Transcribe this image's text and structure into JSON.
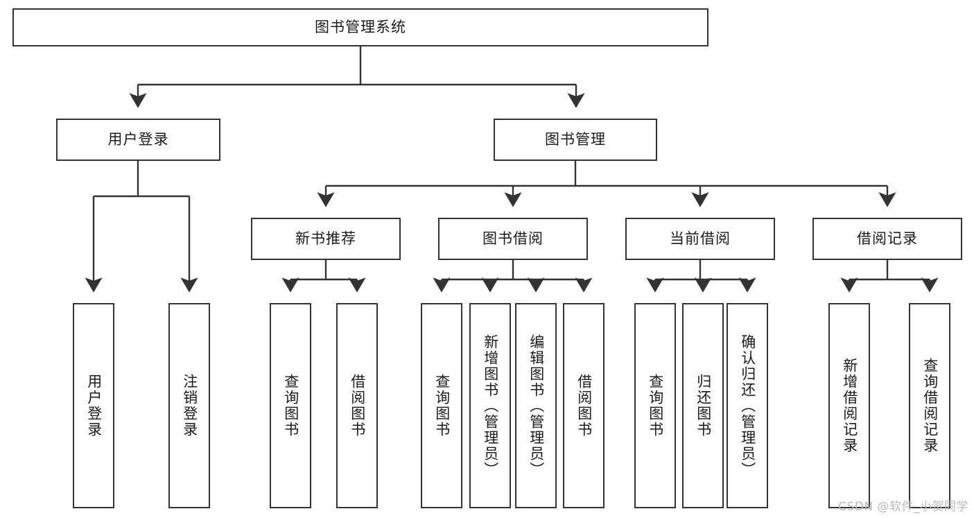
{
  "chart_data": {
    "type": "diagram",
    "title": "图书管理系统",
    "orientation": "top-down-tree",
    "levels": 4,
    "nodes": [
      {
        "id": "root",
        "label": "图书管理系统",
        "level": 0,
        "parent": null
      },
      {
        "id": "login",
        "label": "用户登录",
        "level": 1,
        "parent": "root"
      },
      {
        "id": "bookmgmt",
        "label": "图书管理",
        "level": 1,
        "parent": "root"
      },
      {
        "id": "newbook",
        "label": "新书推荐",
        "level": 2,
        "parent": "bookmgmt"
      },
      {
        "id": "borrow",
        "label": "图书借阅",
        "level": 2,
        "parent": "bookmgmt"
      },
      {
        "id": "current",
        "label": "当前借阅",
        "level": 2,
        "parent": "bookmgmt"
      },
      {
        "id": "record",
        "label": "借阅记录",
        "level": 2,
        "parent": "bookmgmt"
      },
      {
        "id": "l1",
        "label": "用户登录",
        "level": 2,
        "parent": "login"
      },
      {
        "id": "l2",
        "label": "注销登录",
        "level": 2,
        "parent": "login"
      },
      {
        "id": "l3",
        "label": "查询图书",
        "level": 3,
        "parent": "newbook"
      },
      {
        "id": "l4",
        "label": "借阅图书",
        "level": 3,
        "parent": "newbook"
      },
      {
        "id": "l5",
        "label": "查询图书",
        "level": 3,
        "parent": "borrow"
      },
      {
        "id": "l6",
        "label": "新增图书（管理员）",
        "level": 3,
        "parent": "borrow"
      },
      {
        "id": "l7",
        "label": "编辑图书（管理员）",
        "level": 3,
        "parent": "borrow"
      },
      {
        "id": "l8",
        "label": "借阅图书",
        "level": 3,
        "parent": "borrow"
      },
      {
        "id": "l9",
        "label": "查询图书",
        "level": 3,
        "parent": "current"
      },
      {
        "id": "l10",
        "label": "归还图书",
        "level": 3,
        "parent": "current"
      },
      {
        "id": "l11",
        "label": "确认归还（管理员）",
        "level": 3,
        "parent": "current"
      },
      {
        "id": "l12",
        "label": "新增借阅记录",
        "level": 3,
        "parent": "record"
      },
      {
        "id": "l13",
        "label": "查询借阅记录",
        "level": 3,
        "parent": "record"
      }
    ]
  },
  "diagram": {
    "root": {
      "label": "图书管理系统"
    },
    "level1": {
      "user_login": {
        "label": "用户登录"
      },
      "book_management": {
        "label": "图书管理"
      }
    },
    "level2": {
      "new_book_recommend": {
        "label": "新书推荐"
      },
      "book_borrow": {
        "label": "图书借阅"
      },
      "current_borrow": {
        "label": "当前借阅"
      },
      "borrow_record": {
        "label": "借阅记录"
      }
    },
    "leaves": {
      "user_login_children": [
        {
          "label": "用户登录"
        },
        {
          "label": "注销登录"
        }
      ],
      "new_book_children": [
        {
          "label": "查询图书"
        },
        {
          "label": "借阅图书"
        }
      ],
      "book_borrow_children": [
        {
          "label": "查询图书"
        },
        {
          "label": "新增图书（管理员）"
        },
        {
          "label": "编辑图书（管理员）"
        },
        {
          "label": "借阅图书"
        }
      ],
      "current_borrow_children": [
        {
          "label": "查询图书"
        },
        {
          "label": "归还图书"
        },
        {
          "label": "确认归还（管理员）"
        }
      ],
      "borrow_record_children": [
        {
          "label": "新增借阅记录"
        },
        {
          "label": "查询借阅记录"
        }
      ]
    }
  },
  "watermark": {
    "text": "CSDN @软件_小贺同学"
  },
  "colors": {
    "box_border": "#333333",
    "box_fill": "#ffffff",
    "connector": "#333333",
    "text": "#1a1a1a",
    "watermark": "#b8b8b8",
    "background": "#ffffff"
  }
}
